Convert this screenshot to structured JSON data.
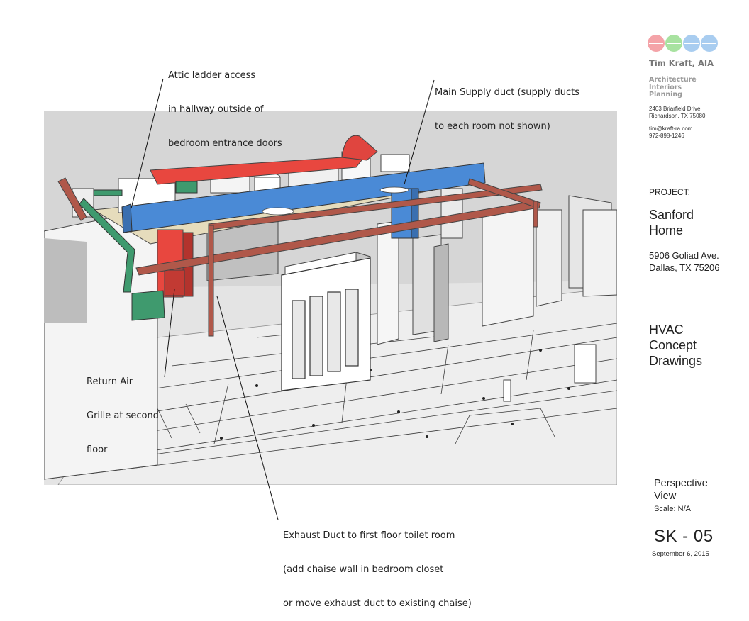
{
  "annotations": {
    "attic": [
      "Attic ladder access",
      "in hallway outside of",
      "bedroom entrance doors"
    ],
    "supply": [
      "Main Supply duct (supply ducts",
      "to each room not shown)"
    ],
    "return": [
      "Return Air",
      "Grille at second",
      "floor"
    ],
    "exhaust": [
      "Exhaust Duct to first floor toilet room",
      "(add chaise wall in bedroom closet",
      "or move exhaust duct to existing chaise)"
    ]
  },
  "title_block": {
    "logo_colors": [
      "#f4a3a8",
      "#a8e2a0",
      "#a9cdf0",
      "#a9cdf0"
    ],
    "firm_name": "Tim Kraft, AIA",
    "services": [
      "Architecture",
      "Interiors",
      "Planning"
    ],
    "address": [
      "2403 Briarfield Drive",
      "Richardson, TX  75080"
    ],
    "contact": [
      "tim@kraft-ra.com",
      "972-898-1246"
    ],
    "project_label": "PROJECT:",
    "project_name": [
      "Sanford",
      "Home"
    ],
    "project_address": [
      "5906 Goliad Ave.",
      "Dallas, TX 75206"
    ],
    "drawing_title": [
      "HVAC",
      "Concept",
      "Drawings"
    ],
    "view_title": [
      "Perspective",
      "View"
    ],
    "scale": "Scale: N/A",
    "sheet": "SK - 05",
    "date": "September 6, 2015"
  },
  "colors": {
    "supply_duct": "#4a8ad6",
    "return_duct": "#e8473f",
    "exhaust_duct": "#b0584a",
    "green_duct": "#3f9a6e",
    "background_render": "#d4d4d4"
  }
}
